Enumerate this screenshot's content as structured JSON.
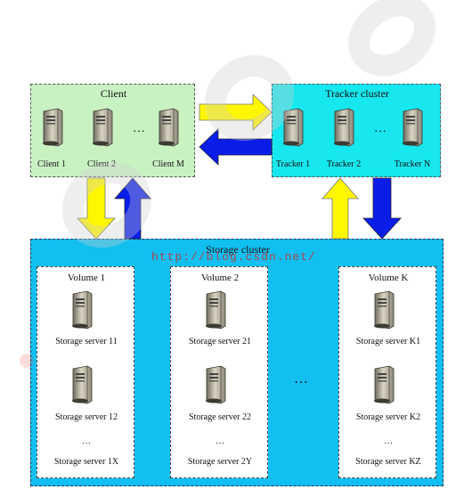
{
  "client": {
    "title": "Client",
    "labels": [
      "Client 1",
      "Client 2",
      "Client M"
    ],
    "ellipsis": "…"
  },
  "tracker": {
    "title": "Tracker cluster",
    "labels": [
      "Tracker 1",
      "Tracker 2",
      "Tracker N"
    ],
    "ellipsis": "…"
  },
  "storage": {
    "title": "Storage cluster",
    "watermark": "http://blog.csdn.net/",
    "between_volumes": "…",
    "volumes": [
      {
        "title": "Volume 1",
        "servers": [
          "Storage server 11",
          "Storage server 12",
          "Storage server 1X"
        ],
        "ellipsis": "…"
      },
      {
        "title": "Volume 2",
        "servers": [
          "Storage server 21",
          "Storage server 22",
          "Storage server 2Y"
        ],
        "ellipsis": "…"
      },
      {
        "title": "Volume K",
        "servers": [
          "Storage server K1",
          "Storage server K2",
          "Storage server KZ"
        ],
        "ellipsis": "…"
      }
    ]
  },
  "colors": {
    "client_bg": "#c9f2c3",
    "tracker_bg": "#17e7ee",
    "storage_bg": "#11bff0",
    "arrow_yellow": "#fff700",
    "arrow_blue": "#0a1de8",
    "watermark_red": "#d81e1e"
  }
}
